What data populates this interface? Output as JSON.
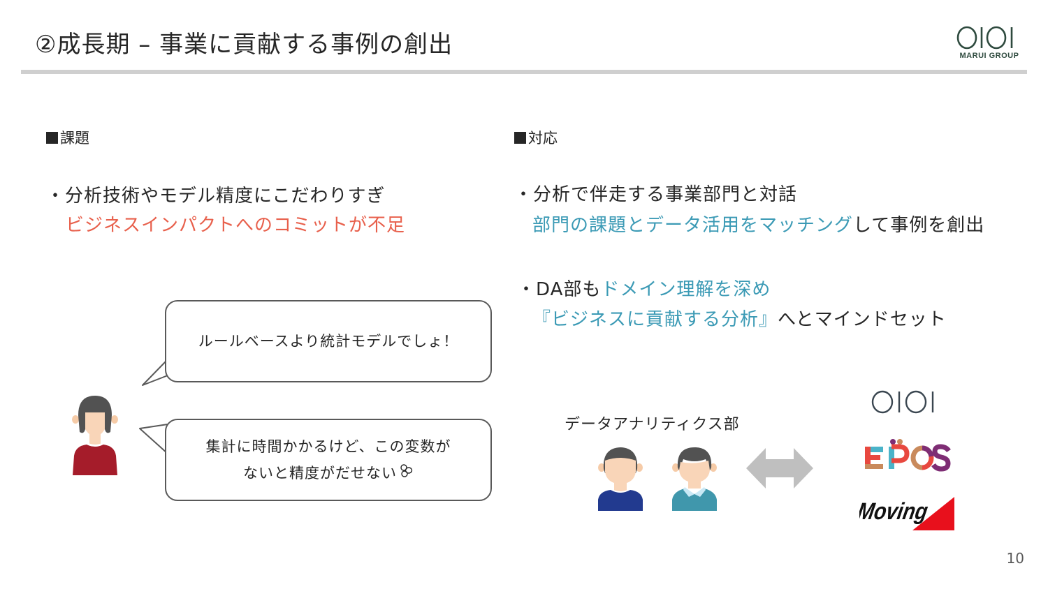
{
  "header": {
    "title": "②成長期 – 事業に貢献する事例の創出",
    "logo_text": "MARUI GROUP"
  },
  "left": {
    "heading": "課題",
    "bullet": {
      "line1": "・分析技術やモデル精度にこだわりすぎ",
      "line2_highlight": "ビジネスインパクトへのコミットが不足"
    },
    "bubbles": [
      {
        "text": "ルールベースより統計モデルでしょ！"
      },
      {
        "line1": "集計に時間かかるけど、この変数が",
        "line2": "ないと精度がだせない",
        "emoji": "flower-icon"
      }
    ]
  },
  "right": {
    "heading": "対応",
    "bullet1": {
      "line1": "・分析で伴走する事業部門と対話",
      "line2_highlight": "部門の課題とデータ活用をマッチング",
      "line2_rest": "して事例を創出"
    },
    "bullet2": {
      "line1_prefix": "・DA部も",
      "line1_highlight": "ドメイン理解を深め",
      "line2_highlight": "『ビジネスに貢献する分析』",
      "line2_rest": "へとマインドセット"
    },
    "da_label": "データアナリティクス部",
    "brands": [
      "OIOI",
      "EPOS",
      "Moving"
    ]
  },
  "colors": {
    "accent_red": "#e8604c",
    "accent_blue": "#3b9ab5",
    "rule_gray": "#cfcfcf",
    "arrow_gray": "#bfbfbf"
  },
  "footer": {
    "page_number": "10"
  }
}
